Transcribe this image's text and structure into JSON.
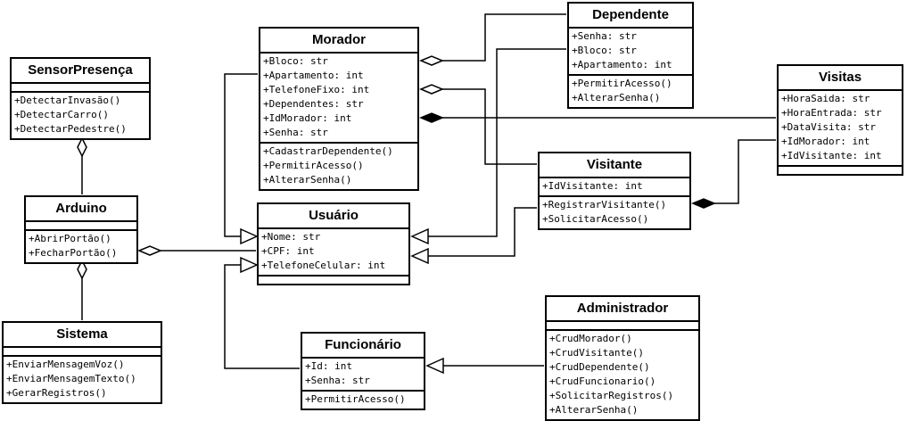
{
  "classes": {
    "sensor": {
      "name": "SensorPresença",
      "attributes": [],
      "methods": [
        "+DetectarInvasão()",
        "+DetectarCarro()",
        "+DetectarPedestre()"
      ]
    },
    "arduino": {
      "name": "Arduino",
      "attributes": [],
      "methods": [
        "+AbrirPortão()",
        "+FecharPortão()"
      ]
    },
    "sistema": {
      "name": "Sistema",
      "attributes": [],
      "methods": [
        "+EnviarMensagemVoz()",
        "+EnviarMensagemTexto()",
        "+GerarRegistros()"
      ]
    },
    "morador": {
      "name": "Morador",
      "attributes": [
        "+Bloco: str",
        "+Apartamento: int",
        "+TelefoneFixo: int",
        "+Dependentes: str",
        "+IdMorador: int",
        "+Senha: str"
      ],
      "methods": [
        "+CadastrarDependente()",
        "+PermitirAcesso()",
        "+AlterarSenha()"
      ]
    },
    "usuario": {
      "name": "Usuário",
      "attributes": [
        "+Nome: str",
        "+CPF: int",
        "+TelefoneCelular: int"
      ],
      "methods": []
    },
    "dependente": {
      "name": "Dependente",
      "attributes": [
        "+Senha: str",
        "+Bloco: str",
        "+Apartamento: int"
      ],
      "methods": [
        "+PermitirAcesso()",
        "+AlterarSenha()"
      ]
    },
    "visitas": {
      "name": "Visitas",
      "attributes": [
        "+HoraSaida: str",
        "+HoraEntrada: str",
        "+DataVisita: str",
        "+IdMorador: int",
        "+IdVisitante: int"
      ],
      "methods": []
    },
    "visitante": {
      "name": "Visitante",
      "attributes": [
        "+IdVisitante: int"
      ],
      "methods": [
        "+RegistrarVisitante()",
        "+SolicitarAcesso()"
      ]
    },
    "funcionario": {
      "name": "Funcionário",
      "attributes": [
        "+Id: int",
        "+Senha: str"
      ],
      "methods": [
        "+PermitirAcesso()"
      ]
    },
    "administrador": {
      "name": "Administrador",
      "attributes": [],
      "methods": [
        "+CrudMorador()",
        "+CrudVisitante()",
        "+CrudDependente()",
        "+CrudFuncionario()",
        "+SolicitarRegistros()",
        "+AlterarSenha()"
      ]
    }
  },
  "relationships": [
    {
      "from": "sensor",
      "to": "arduino",
      "kind": "aggregation"
    },
    {
      "from": "sistema",
      "to": "arduino",
      "kind": "aggregation"
    },
    {
      "from": "usuario",
      "to": "arduino",
      "kind": "aggregation"
    },
    {
      "from": "dependente",
      "to": "morador",
      "kind": "aggregation"
    },
    {
      "from": "visitante",
      "to": "morador",
      "kind": "aggregation"
    },
    {
      "from": "visitas",
      "to": "morador",
      "kind": "composition"
    },
    {
      "from": "visitas",
      "to": "visitante",
      "kind": "composition"
    },
    {
      "from": "morador",
      "to": "usuario",
      "kind": "generalization"
    },
    {
      "from": "dependente",
      "to": "usuario",
      "kind": "generalization"
    },
    {
      "from": "visitante",
      "to": "usuario",
      "kind": "generalization"
    },
    {
      "from": "funcionario",
      "to": "usuario",
      "kind": "generalization"
    },
    {
      "from": "administrador",
      "to": "funcionario",
      "kind": "generalization"
    }
  ],
  "colors": {
    "line": "#000000",
    "background": "#ffffff"
  }
}
